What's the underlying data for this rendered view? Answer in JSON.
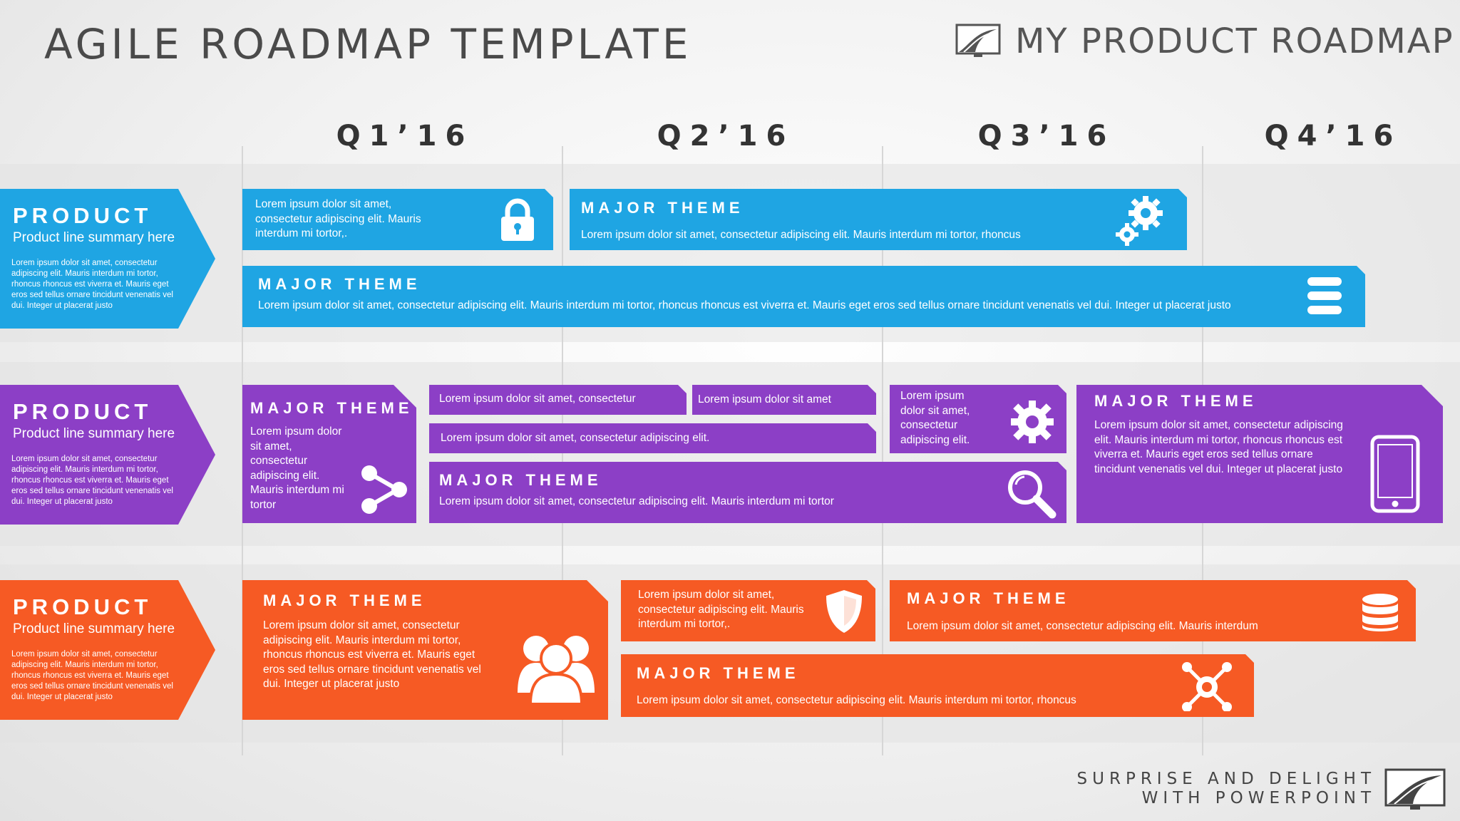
{
  "header": {
    "title": "AGILE ROADMAP TEMPLATE",
    "brand": "MY PRODUCT  ROADMAP"
  },
  "quarters": [
    "Q1’16",
    "Q2’16",
    "Q3’16",
    "Q4’16"
  ],
  "colors": {
    "blue": "#1fa5e3",
    "purple": "#8c3fc6",
    "orange": "#f65a24"
  },
  "products": [
    {
      "heading": "PRODUCT",
      "summary": "Product line summary here",
      "desc": "Lorem ipsum dolor sit amet, consectetur adipiscing elit. Mauris interdum mi tortor, rhoncus rhoncus est viverra et. Mauris eget eros sed tellus ornare tincidunt venenatis vel dui. Integer ut placerat justo"
    },
    {
      "heading": "PRODUCT",
      "summary": "Product line summary here",
      "desc": "Lorem ipsum dolor sit amet, consectetur adipiscing elit. Mauris interdum mi tortor, rhoncus rhoncus est viverra et. Mauris eget eros sed tellus ornare tincidunt venenatis vel dui. Integer ut placerat justo"
    },
    {
      "heading": "PRODUCT",
      "summary": "Product line summary here",
      "desc": "Lorem ipsum dolor sit amet, consectetur adipiscing elit. Mauris interdum mi tortor, rhoncus rhoncus est viverra et. Mauris eget eros sed tellus ornare tincidunt venenatis vel dui. Integer ut placerat justo"
    }
  ],
  "row1": {
    "b1": {
      "text": "Lorem ipsum dolor sit amet, consectetur adipiscing elit. Mauris interdum mi tortor,.",
      "icon": "lock-icon"
    },
    "b2": {
      "title": "MAJOR THEME",
      "text": "Lorem ipsum dolor sit amet, consectetur adipiscing elit. Mauris interdum mi tortor, rhoncus",
      "icon": "gears-icon"
    },
    "b3": {
      "title": "MAJOR THEME",
      "text": "Lorem ipsum dolor sit amet, consectetur adipiscing elit. Mauris interdum mi tortor, rhoncus rhoncus est viverra et. Mauris eget eros sed tellus ornare tincidunt venenatis vel dui. Integer ut placerat justo",
      "icon": "menu-icon"
    }
  },
  "row2": {
    "b1": {
      "title": "MAJOR THEME",
      "text": "Lorem ipsum dolor sit amet, consectetur adipiscing elit. Mauris interdum mi tortor",
      "icon": "share-icon"
    },
    "b2": {
      "text": "Lorem ipsum dolor sit amet, consectetur"
    },
    "b3": {
      "text": "Lorem ipsum dolor sit amet"
    },
    "b4": {
      "text": "Lorem ipsum dolor sit amet, consectetur adipiscing elit."
    },
    "b5": {
      "title": "MAJOR THEME",
      "text": "Lorem ipsum dolor sit amet, consectetur adipiscing elit. Mauris interdum mi tortor",
      "icon": "search-icon"
    },
    "b6": {
      "text": "Lorem ipsum dolor sit amet, consectetur adipiscing elit.",
      "icon": "gear-icon"
    },
    "b7": {
      "title": "MAJOR THEME",
      "text": "Lorem ipsum dolor sit amet, consectetur adipiscing elit. Mauris interdum mi tortor, rhoncus rhoncus est viverra et. Mauris eget eros sed tellus ornare tincidunt venenatis vel dui. Integer ut placerat justo",
      "icon": "mobile-icon"
    }
  },
  "row3": {
    "b1": {
      "title": "MAJOR THEME",
      "text": "Lorem ipsum dolor sit amet, consectetur adipiscing elit. Mauris interdum mi tortor, rhoncus rhoncus est viverra et. Mauris eget eros sed tellus ornare tincidunt venenatis vel dui. Integer ut placerat justo",
      "icon": "users-icon"
    },
    "b2": {
      "text": "Lorem ipsum dolor sit amet, consectetur adipiscing elit. Mauris interdum mi tortor,.",
      "icon": "shield-icon"
    },
    "b3": {
      "title": "MAJOR THEME",
      "text": "Lorem ipsum dolor sit amet, consectetur adipiscing elit. Mauris interdum",
      "icon": "database-icon"
    },
    "b4": {
      "title": "MAJOR THEME",
      "text": "Lorem ipsum dolor sit amet, consectetur adipiscing elit. Mauris interdum mi tortor, rhoncus",
      "icon": "network-icon"
    }
  },
  "footer": {
    "line1": "SURPRISE AND DELIGHT",
    "line2": "WITH POWERPOINT"
  }
}
